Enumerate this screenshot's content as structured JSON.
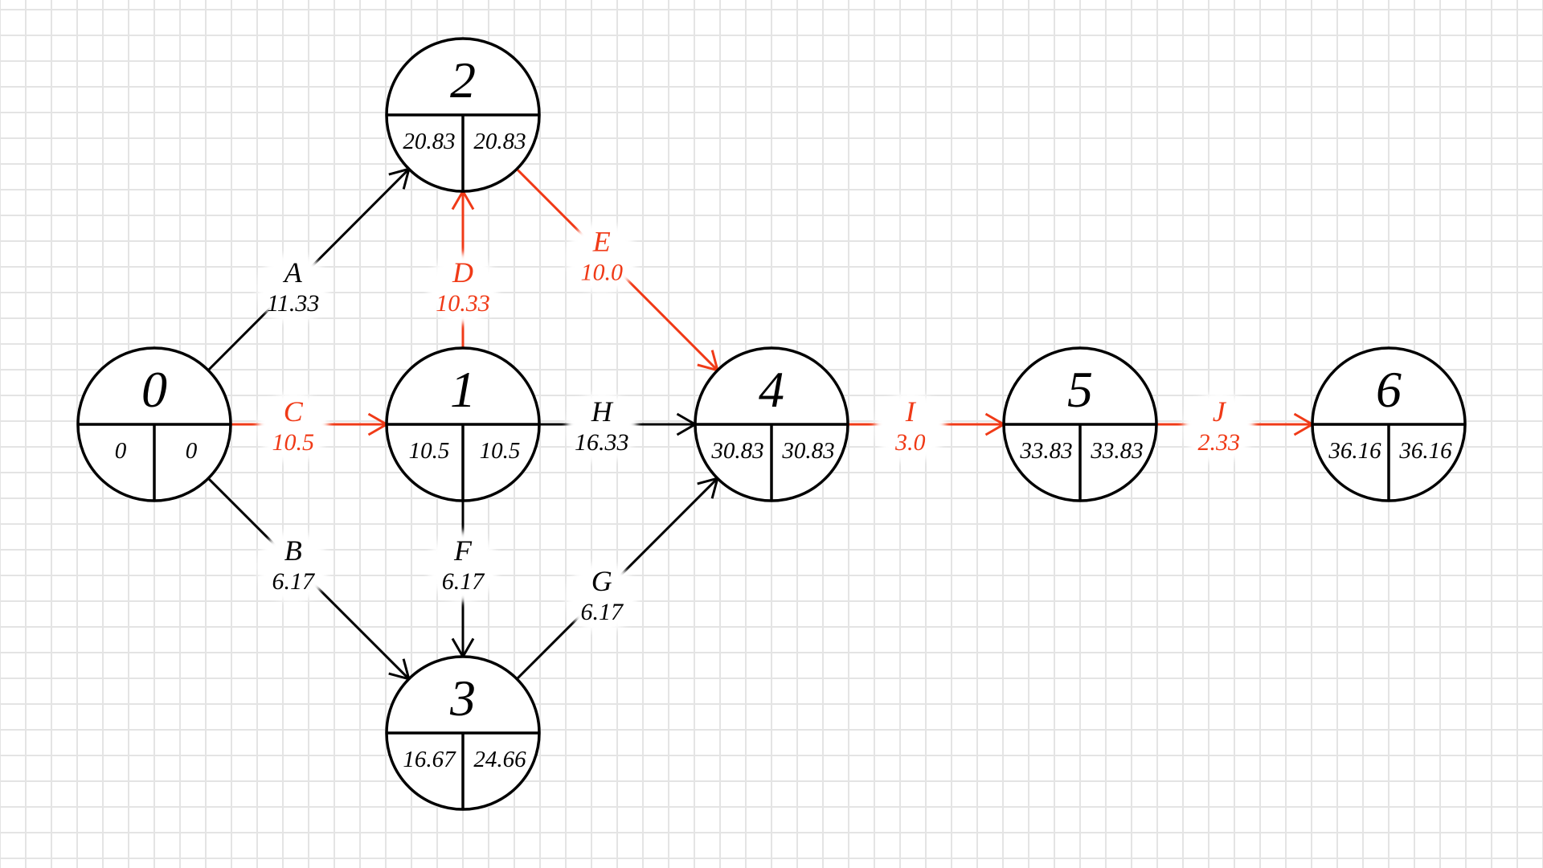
{
  "colors": {
    "normal": "#000000",
    "critical": "#f03a17"
  },
  "nodes": [
    {
      "id": "0",
      "es": "0",
      "lf": "0"
    },
    {
      "id": "1",
      "es": "10.5",
      "lf": "10.5"
    },
    {
      "id": "2",
      "es": "20.83",
      "lf": "20.83"
    },
    {
      "id": "3",
      "es": "16.67",
      "lf": "24.66"
    },
    {
      "id": "4",
      "es": "30.83",
      "lf": "30.83"
    },
    {
      "id": "5",
      "es": "33.83",
      "lf": "33.83"
    },
    {
      "id": "6",
      "es": "36.16",
      "lf": "36.16"
    }
  ],
  "edges": [
    {
      "name": "A",
      "duration": "11.33",
      "from": "0",
      "to": "2",
      "critical": false
    },
    {
      "name": "B",
      "duration": "6.17",
      "from": "0",
      "to": "3",
      "critical": false
    },
    {
      "name": "C",
      "duration": "10.5",
      "from": "0",
      "to": "1",
      "critical": true
    },
    {
      "name": "D",
      "duration": "10.33",
      "from": "1",
      "to": "2",
      "critical": true
    },
    {
      "name": "E",
      "duration": "10.0",
      "from": "2",
      "to": "4",
      "critical": true
    },
    {
      "name": "F",
      "duration": "6.17",
      "from": "1",
      "to": "3",
      "critical": false
    },
    {
      "name": "G",
      "duration": "6.17",
      "from": "3",
      "to": "4",
      "critical": false
    },
    {
      "name": "H",
      "duration": "16.33",
      "from": "1",
      "to": "4",
      "critical": false
    },
    {
      "name": "I",
      "duration": "3.0",
      "from": "4",
      "to": "5",
      "critical": true
    },
    {
      "name": "J",
      "duration": "2.33",
      "from": "5",
      "to": "6",
      "critical": true
    }
  ]
}
